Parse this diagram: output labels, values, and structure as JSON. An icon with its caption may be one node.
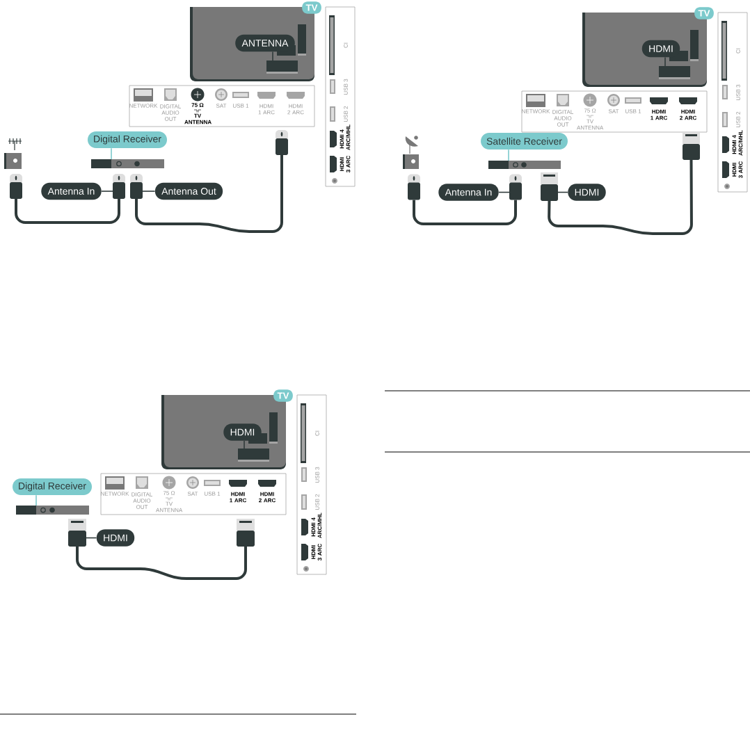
{
  "diagram": {
    "nodes": [
      {
        "text": [
          "TV"
        ]
      },
      {
        "text": [
          "ANTENNA"
        ]
      },
      {
        "text": [],
        "shape": "box"
      },
      {
        "text": [
          "Digital Receiver"
        ]
      },
      {
        "text": [],
        "shape": "box"
      },
      {
        "text": [],
        "shape": "plug"
      },
      {
        "text": [
          "Antenna In"
        ]
      },
      {
        "text": [],
        "shape": "plug"
      },
      {
        "text": [],
        "shape": "plug"
      },
      {
        "text": [
          "Antenna Out"
        ]
      },
      {
        "text": [],
        "shape": "plug"
      },
      {
        "text": [
          "TV"
        ]
      },
      {
        "text": [
          "HDMI"
        ]
      },
      {
        "text": [],
        "shape": "box"
      },
      {
        "text": [
          "Satellite Receiver"
        ]
      },
      {
        "text": [],
        "shape": "box"
      },
      {
        "text": [],
        "shape": "plug"
      },
      {
        "text": [
          "Antenna In"
        ]
      },
      {
        "text": [],
        "shape": "plug"
      },
      {
        "text": [],
        "shape": "plug"
      },
      {
        "text": [
          "HDMI"
        ]
      },
      {
        "text": [],
        "shape": "plug"
      },
      {
        "text": [
          "TV"
        ]
      },
      {
        "text": [
          "HDMI"
        ]
      },
      {
        "text": [],
        "shape": "box"
      },
      {
        "text": [
          "Digital Receiver"
        ]
      },
      {
        "text": [],
        "shape": "box"
      },
      {
        "text": [],
        "shape": "plug"
      },
      {
        "text": [
          "HDMI"
        ]
      },
      {
        "text": [],
        "shape": "plug"
      }
    ],
    "edges": [
      {
        "from": 1,
        "to": 2,
        "arrow": "none"
      },
      {
        "from": 3,
        "to": 4,
        "arrow": "none",
        "color": "#7ccacc"
      },
      {
        "from": 6,
        "to": 7,
        "arrow": "none"
      },
      {
        "from": 9,
        "to": 8,
        "arrow": "none"
      },
      {
        "from": 5,
        "to": 7,
        "arrow": "none",
        "style": "thick"
      },
      {
        "from": 8,
        "to": 10,
        "arrow": "none",
        "style": "thick"
      },
      {
        "from": 12,
        "to": 13,
        "arrow": "none"
      },
      {
        "from": 14,
        "to": 15,
        "arrow": "none",
        "color": "#7ccacc"
      },
      {
        "from": 17,
        "to": 18,
        "arrow": "none"
      },
      {
        "from": 20,
        "to": 19,
        "arrow": "none"
      },
      {
        "from": 16,
        "to": 18,
        "arrow": "none",
        "style": "thick"
      },
      {
        "from": 19,
        "to": 21,
        "arrow": "none",
        "style": "thick"
      },
      {
        "from": 23,
        "to": 24,
        "arrow": "none"
      },
      {
        "from": 25,
        "to": 26,
        "arrow": "none",
        "color": "#7ccacc"
      },
      {
        "from": 28,
        "to": 27,
        "arrow": "none"
      },
      {
        "from": 27,
        "to": 29,
        "arrow": "none",
        "style": "thick"
      }
    ],
    "labels": [
      "NETWORK",
      "DIGITAL AUDIO OUT",
      "75 Ω",
      "TV ANTENNA",
      "SAT",
      "USB 1",
      "HDMI 1 ARC",
      "HDMI 2 ARC",
      "CI",
      "USB 3",
      "USB 2",
      "HDMI 4 ARC/MHL",
      "HDMI 3 ARC",
      "NETWORK",
      "DIGITAL AUDIO OUT",
      "75 Ω",
      "TV ANTENNA",
      "SAT",
      "USB 1",
      "HDMI 1 ARC",
      "HDMI 2 ARC",
      "CI",
      "USB 3",
      "USB 2",
      "HDMI 4 ARC/MHL",
      "HDMI 3 ARC",
      "NETWORK",
      "DIGITAL AUDIO OUT",
      "75 Ω",
      "TV ANTENNA",
      "SAT",
      "USB 1",
      "HDMI 1 ARC",
      "HDMI 2 ARC",
      "CI",
      "USB 3",
      "USB 2",
      "HDMI 4 ARC/MHL",
      "HDMI 3 ARC"
    ]
  }
}
